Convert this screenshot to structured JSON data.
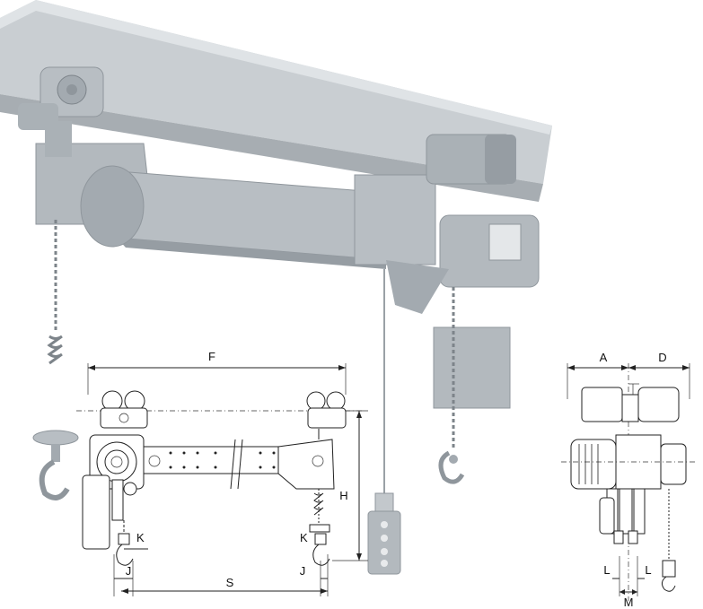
{
  "dimensions": {
    "front": {
      "F": "F",
      "H": "H",
      "K_left": "K",
      "K_right": "K",
      "J_left": "J",
      "J_right": "J",
      "S": "S"
    },
    "side": {
      "A": "A",
      "D": "D",
      "L_left": "L",
      "L_right": "L",
      "M": "M"
    }
  },
  "colors": {
    "rail": "#c9ced2",
    "rail_shadow": "#a7adb2",
    "metal": "#b8bec3",
    "metal_dark": "#8f969c",
    "chain": "#7d848a",
    "line": "#222222"
  }
}
